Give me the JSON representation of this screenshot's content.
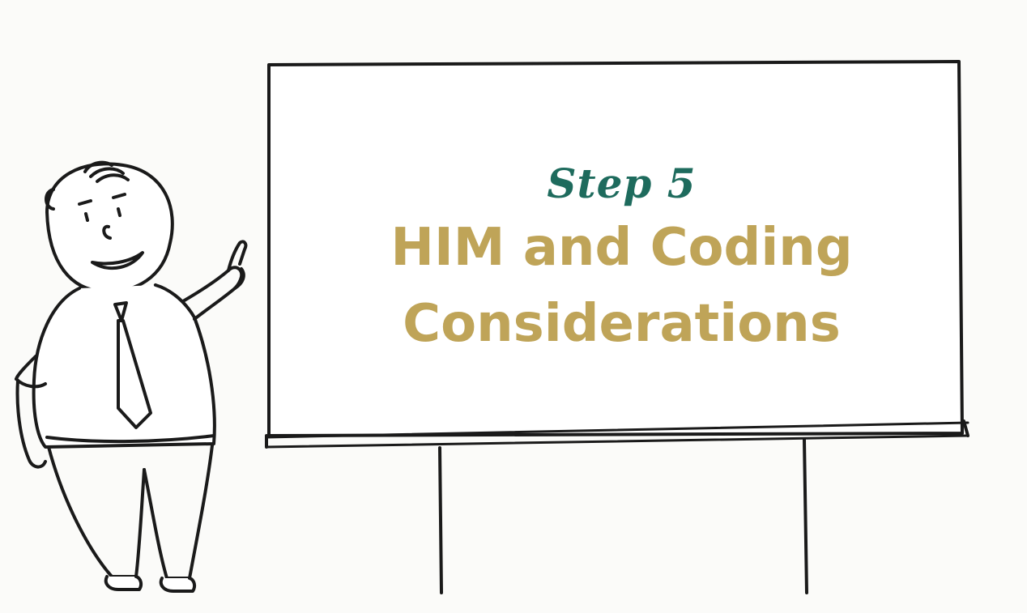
{
  "slide": {
    "step_label": "Step 5",
    "title_line1": "HIM and Coding",
    "title_line2": "Considerations"
  },
  "colors": {
    "background": "#fbfbf9",
    "step_text": "#1e6b5d",
    "title_text": "#bfa458",
    "line_art": "#1a1a1a"
  }
}
